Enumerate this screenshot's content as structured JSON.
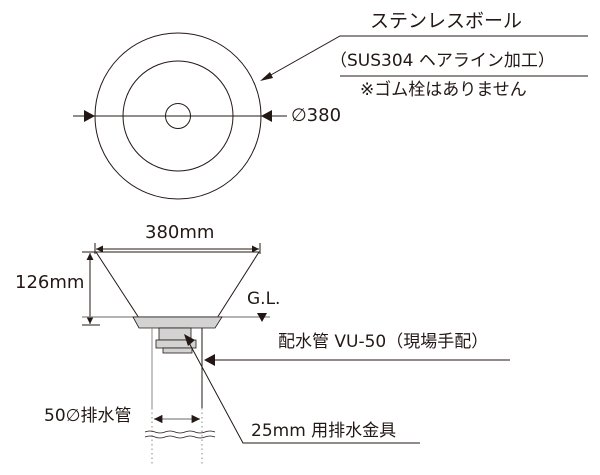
{
  "top_view": {
    "material_title": "ステンレスボール",
    "material_spec": "（SUS304 ヘアライン加工）",
    "note": "※ゴム栓はありません",
    "diameter_label": "∅380"
  },
  "side_view": {
    "width_label": "380mm",
    "height_label": "126mm",
    "ground_level_label": "G.L.",
    "drain_pipe_label": "配水管 VU-50（現場手配）",
    "drain_pipe_size_label": "50∅排水管",
    "drain_fitting_label": "25mm 用排水金具"
  },
  "colors": {
    "line": "#231815",
    "fill_gray": "#d3d3d3",
    "ground_line": "#888888"
  }
}
